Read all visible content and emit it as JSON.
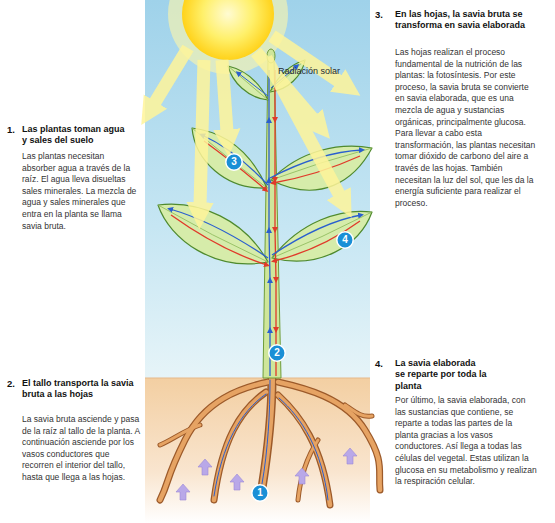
{
  "diagram": {
    "nodes": [
      {
        "text": [
          "3"
        ]
      },
      {
        "text": [
          "4"
        ]
      },
      {
        "text": [
          "2"
        ]
      },
      {
        "text": [
          "1"
        ]
      }
    ],
    "labels": [
      "Radiación solar",
      "1.",
      "Las plantas toman agua y sales del suelo",
      "Las plantas necesitan absorber agua a través de la raíz. El agua lleva disueltas sales minerales. La mezcla de agua y sales minerales que entra en la planta se llama savia bruta.",
      "2.",
      "El tallo transporta la savia bruta a las hojas",
      "La savia bruta asciende y pasa de la raíz al tallo de la planta. A continuación asciende por los vasos conductores que recorren el interior del tallo, hasta que llega a las hojas.",
      "3.",
      "En las hojas, la savia bruta se transforma en savia elaborada",
      "Las hojas realizan el proceso fundamental de la nutrición de las plantas: la fotosíntesis. Por este proceso, la savia bruta se convierte en savia elaborada, que es una mezcla de agua y sustancias orgánicas, principalmente glucosa. Para llevar a cabo esta transformación, las plantas necesitan tomar dióxido de carbono del aire a través de las hojas. También necesitan la luz del sol, que les da la energía suficiente para realizar el proceso.",
      "4.",
      "La savia elaborada se reparte por toda la planta",
      "Por último, la savia elaborada, con las sustancias que contiene, se reparte a todas las partes de la planta gracias a los vasos conductores. Así llega a todas las células del vegetal. Estas utilizan la glucosa en su metabolismo y realizan la respiración celular."
    ]
  }
}
